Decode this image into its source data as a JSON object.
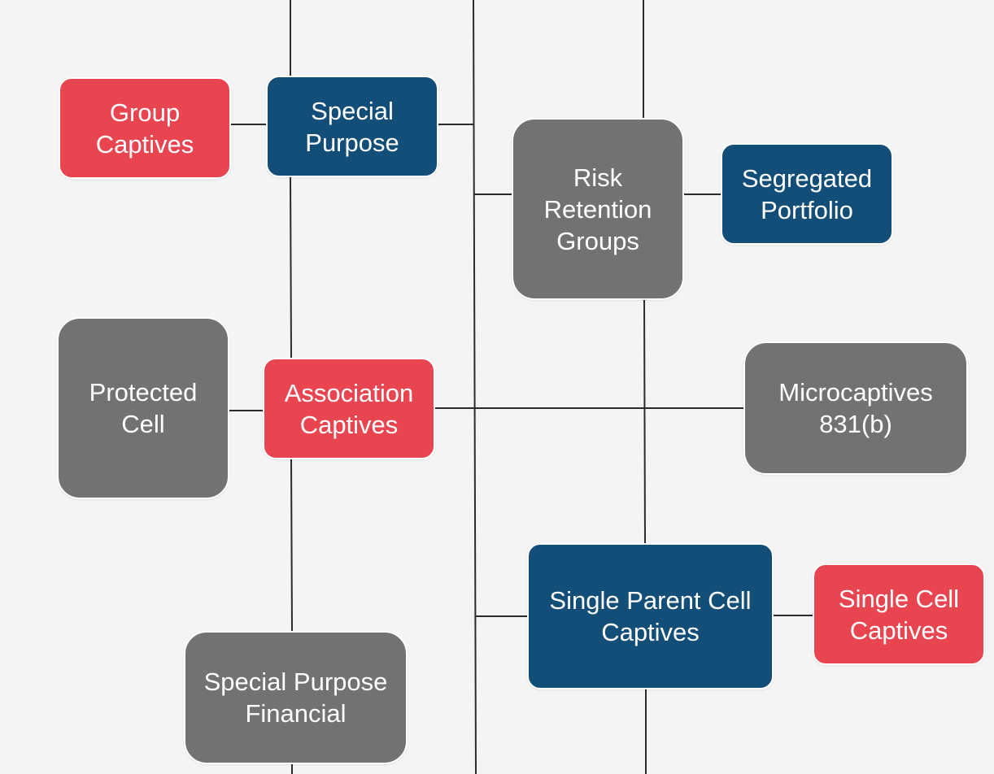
{
  "diagram": {
    "nodes": {
      "group_captives": "Group\nCaptives",
      "special_purpose": "Special\nPurpose",
      "risk_retention_groups": "Risk\nRetention\nGroups",
      "segregated_portfolio": "Segregated\nPortfolio",
      "protected_cell": "Protected\nCell",
      "association_captives": "Association\nCaptives",
      "microcaptives": "Microcaptives\n831(b)",
      "single_parent_cell_captives": "Single Parent Cell\nCaptives",
      "single_cell_captives": "Single Cell\nCaptives",
      "special_purpose_financial": "Special Purpose\nFinancial"
    },
    "colors": {
      "red": "#e84550",
      "blue": "#134e78",
      "gray": "#727274",
      "background": "#f4f4f4",
      "connector": "#2b2b2b"
    }
  }
}
